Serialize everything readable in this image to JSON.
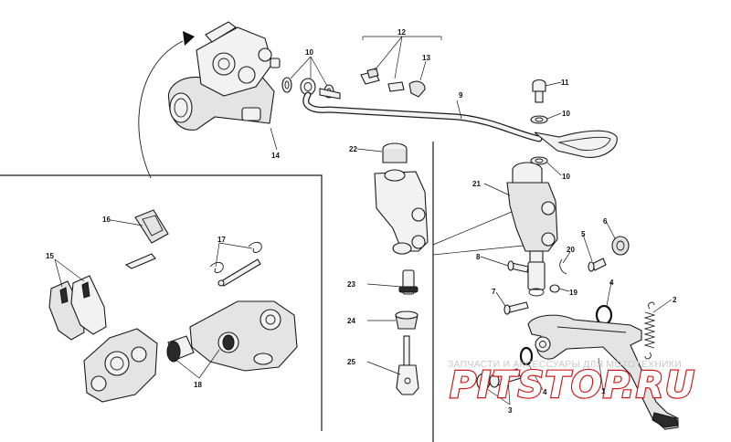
{
  "diagram": {
    "callouts": [
      {
        "id": "c1",
        "label": "1"
      },
      {
        "id": "c2",
        "label": "2"
      },
      {
        "id": "c3",
        "label": "3"
      },
      {
        "id": "c4a",
        "label": "4"
      },
      {
        "id": "c4b",
        "label": "4"
      },
      {
        "id": "c5",
        "label": "5"
      },
      {
        "id": "c6",
        "label": "6"
      },
      {
        "id": "c7",
        "label": "7"
      },
      {
        "id": "c8",
        "label": "8"
      },
      {
        "id": "c9",
        "label": "9"
      },
      {
        "id": "c10a",
        "label": "10"
      },
      {
        "id": "c10b",
        "label": "10"
      },
      {
        "id": "c10c",
        "label": "10"
      },
      {
        "id": "c11",
        "label": "11"
      },
      {
        "id": "c12",
        "label": "12"
      },
      {
        "id": "c13",
        "label": "13"
      },
      {
        "id": "c14",
        "label": "14"
      },
      {
        "id": "c15",
        "label": "15"
      },
      {
        "id": "c16",
        "label": "16"
      },
      {
        "id": "c17",
        "label": "17"
      },
      {
        "id": "c18",
        "label": "18"
      },
      {
        "id": "c19",
        "label": "19"
      },
      {
        "id": "c20",
        "label": "20"
      },
      {
        "id": "c21",
        "label": "21"
      },
      {
        "id": "c22",
        "label": "22"
      },
      {
        "id": "c23",
        "label": "23"
      },
      {
        "id": "c24",
        "label": "24"
      },
      {
        "id": "c25",
        "label": "25"
      }
    ]
  },
  "watermark": {
    "caption": "ЗАПЧАСТИ И АКСЕССУАРЫ ДЛЯ МОТОТЕХНИКИ",
    "logo": "PITSTOP.RU",
    "logo_color": "#d11a1a"
  }
}
